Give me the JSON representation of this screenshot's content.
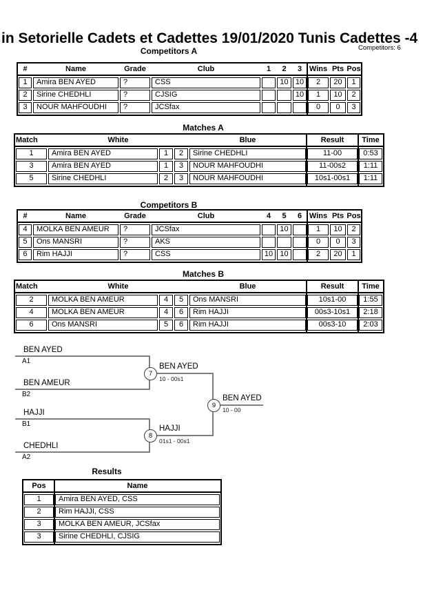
{
  "header": {
    "title": "in Setorielle Cadets et Cadettes  19/01/2020  Tunis  Cadettes -4",
    "competitors_note": "Competitors: 6"
  },
  "competitors_a": {
    "title": "Competitors A",
    "columns": [
      "#",
      "Name",
      "Grade",
      "Club",
      "1",
      "2",
      "3",
      "Wins",
      "Pts",
      "Pos"
    ],
    "rows": [
      {
        "num": "1",
        "name": "Amira BEN AYED",
        "grade": "?",
        "club": "CSS",
        "c1": "",
        "c2": "10",
        "c3": "10",
        "wins": "2",
        "pts": "20",
        "pos": "1"
      },
      {
        "num": "2",
        "name": "Sirine CHEDHLI",
        "grade": "?",
        "club": "CJSIG",
        "c1": "",
        "c2": "",
        "c3": "10",
        "wins": "1",
        "pts": "10",
        "pos": "2"
      },
      {
        "num": "3",
        "name": "NOUR MAHFOUDHI",
        "grade": "?",
        "club": "JCSfax",
        "c1": "",
        "c2": "",
        "c3": "",
        "wins": "0",
        "pts": "0",
        "pos": "3"
      }
    ]
  },
  "matches_a": {
    "title": "Matches A",
    "columns": [
      "Match",
      "White",
      "Blue",
      "Result",
      "Time"
    ],
    "rows": [
      {
        "match": "1",
        "white": "Amira BEN AYED",
        "wnum": "1",
        "bnum": "2",
        "blue": "Sirine CHEDHLI",
        "result": "11-00",
        "time": "0:53"
      },
      {
        "match": "3",
        "white": "Amira BEN AYED",
        "wnum": "1",
        "bnum": "3",
        "blue": "NOUR MAHFOUDHI",
        "result": "11-00s2",
        "time": "1:11"
      },
      {
        "match": "5",
        "white": "Sirine CHEDHLI",
        "wnum": "2",
        "bnum": "3",
        "blue": "NOUR MAHFOUDHI",
        "result": "10s1-00s1",
        "time": "1:11"
      }
    ]
  },
  "competitors_b": {
    "title": "Competitors B",
    "columns": [
      "#",
      "Name",
      "Grade",
      "Club",
      "4",
      "5",
      "6",
      "Wins",
      "Pts",
      "Pos"
    ],
    "rows": [
      {
        "num": "4",
        "name": "MOLKA BEN AMEUR",
        "grade": "?",
        "club": "JCSfax",
        "c1": "",
        "c2": "10",
        "c3": "",
        "wins": "1",
        "pts": "10",
        "pos": "2"
      },
      {
        "num": "5",
        "name": "Ons MANSRI",
        "grade": "?",
        "club": "AKS",
        "c1": "",
        "c2": "",
        "c3": "",
        "wins": "0",
        "pts": "0",
        "pos": "3"
      },
      {
        "num": "6",
        "name": "Rim HAJJI",
        "grade": "?",
        "club": "CSS",
        "c1": "10",
        "c2": "10",
        "c3": "",
        "wins": "2",
        "pts": "20",
        "pos": "1"
      }
    ]
  },
  "matches_b": {
    "title": "Matches B",
    "columns": [
      "Match",
      "White",
      "Blue",
      "Result",
      "Time"
    ],
    "rows": [
      {
        "match": "2",
        "white": "MOLKA BEN AMEUR",
        "wnum": "4",
        "bnum": "5",
        "blue": "Ons MANSRI",
        "result": "10s1-00",
        "time": "1:55"
      },
      {
        "match": "4",
        "white": "MOLKA BEN AMEUR",
        "wnum": "4",
        "bnum": "6",
        "blue": "Rim HAJJI",
        "result": "00s3-10s1",
        "time": "2:18"
      },
      {
        "match": "6",
        "white": "Ons MANSRI",
        "wnum": "5",
        "bnum": "6",
        "blue": "Rim HAJJI",
        "result": "00s3-10",
        "time": "2:03"
      }
    ]
  },
  "bracket": {
    "sf1": {
      "match_no": "7",
      "top_name": "BEN AYED",
      "top_seed": "A1",
      "bottom_name": "BEN AMEUR",
      "bottom_seed": "B2",
      "winner": "BEN AYED",
      "score": "10 - 00s1"
    },
    "sf2": {
      "match_no": "8",
      "top_name": "HAJJI",
      "top_seed": "B1",
      "bottom_name": "CHEDHLI",
      "bottom_seed": "A2",
      "winner": "HAJJI",
      "score": "01s1 - 00s1"
    },
    "final": {
      "match_no": "9",
      "winner": "BEN AYED",
      "score": "10 - 00"
    }
  },
  "results": {
    "title": "Results",
    "columns": [
      "Pos",
      "Name"
    ],
    "rows": [
      {
        "pos": "1",
        "name": "Amira BEN AYED, CSS"
      },
      {
        "pos": "2",
        "name": "Rim HAJJI, CSS"
      },
      {
        "pos": "3",
        "name": "MOLKA BEN AMEUR, JCSfax"
      },
      {
        "pos": "3",
        "name": "Sirine CHEDHLI, CJSIG"
      }
    ]
  }
}
